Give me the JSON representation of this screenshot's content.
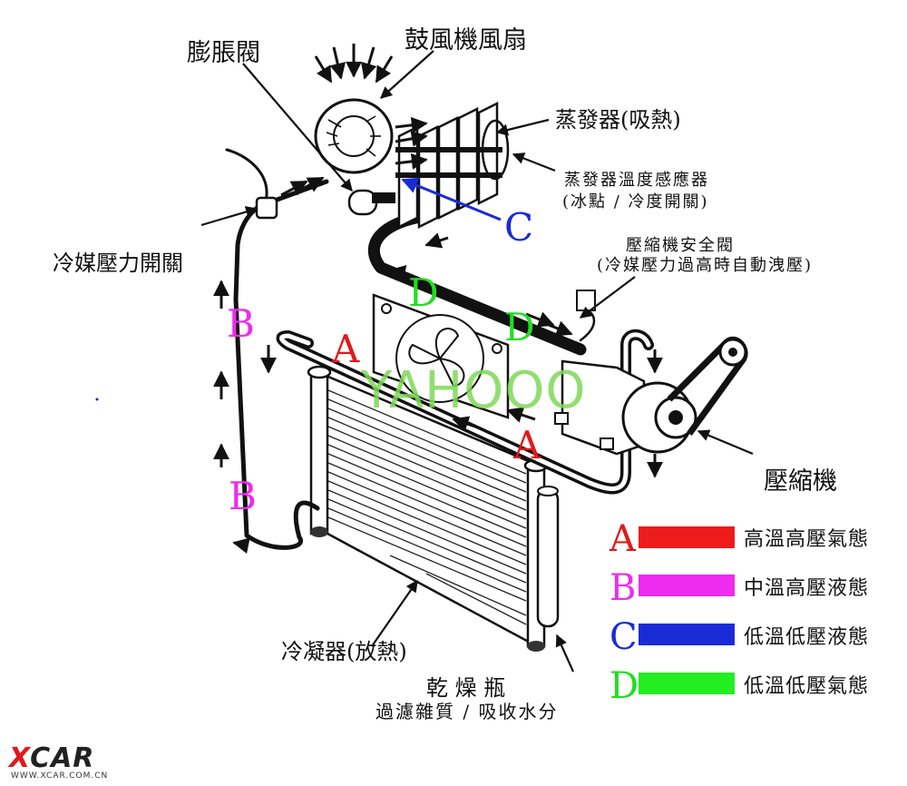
{
  "labels": {
    "expansion_valve": "膨脹閥",
    "blower_fan": "鼓風機風扇",
    "evaporator": "蒸發器(吸熱)",
    "evap_sensor_line1": "蒸發器溫度感應器",
    "evap_sensor_line2": "(冰點 / 冷度開關)",
    "pressure_switch": "冷媒壓力開關",
    "comp_safety_line1": "壓縮機安全閥",
    "comp_safety_line2": "(冷媒壓力過高時自動洩壓)",
    "compressor": "壓縮機",
    "condenser": "冷凝器(放熱)",
    "dryer_line1": "乾 燥 瓶",
    "dryer_line2": "過濾雜質 / 吸收水分"
  },
  "flow_markers": [
    {
      "letter": "A",
      "color": "#e01a1a"
    },
    {
      "letter": "A",
      "color": "#e01a1a"
    },
    {
      "letter": "B",
      "color": "#ee2bee"
    },
    {
      "letter": "B",
      "color": "#ee2bee"
    },
    {
      "letter": "C",
      "color": "#1a2bd6"
    },
    {
      "letter": "D",
      "color": "#22dd22"
    },
    {
      "letter": "D",
      "color": "#22dd22"
    }
  ],
  "legend": [
    {
      "letter": "A",
      "color": "#e01a1a",
      "bar_color": "#ee1c1c",
      "text": "高溫高壓氣態"
    },
    {
      "letter": "B",
      "color": "#ee2bee",
      "bar_color": "#ee2bee",
      "text": "中溫高壓液態"
    },
    {
      "letter": "C",
      "color": "#1a2bd6",
      "bar_color": "#1a2bd6",
      "text": "低溫低壓液態"
    },
    {
      "letter": "D",
      "color": "#22dd22",
      "bar_color": "#22ee22",
      "text": "低溫低壓氣態"
    }
  ],
  "watermark": "YAHOOO",
  "logo": {
    "x": "X",
    "rest": "CAR",
    "url": "WWW.XCAR.COM.CN"
  }
}
